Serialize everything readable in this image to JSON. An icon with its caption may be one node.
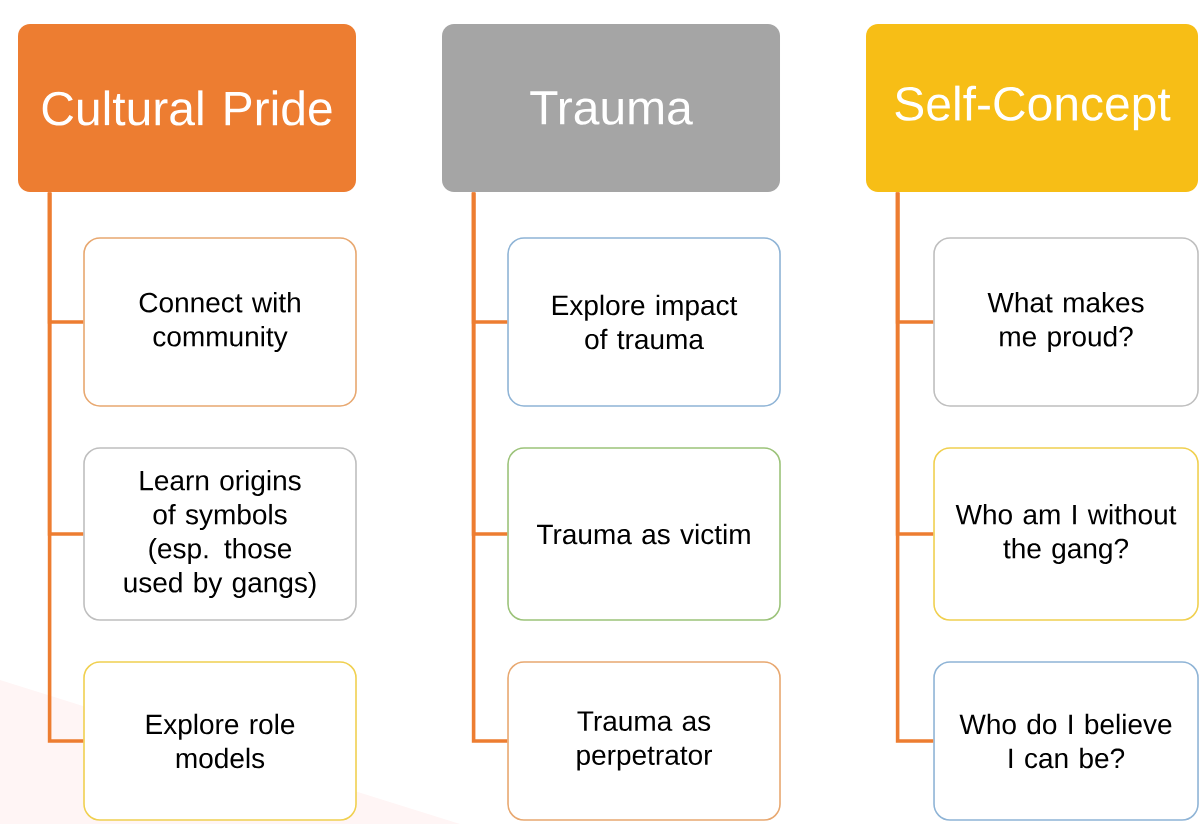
{
  "diagram": {
    "nodes": [
      {
        "text": [
          "Cultural Pride"
        ]
      },
      {
        "text": [
          "Connect with community"
        ]
      },
      {
        "text": [
          "Learn origins of symbols (esp. those used by gangs)"
        ]
      },
      {
        "text": [
          "Explore role models"
        ]
      },
      {
        "text": [
          "Trauma"
        ]
      },
      {
        "text": [
          "Explore impact of trauma"
        ]
      },
      {
        "text": [
          "Trauma as victim"
        ]
      },
      {
        "text": [
          "Trauma as perpetrator"
        ]
      },
      {
        "text": [
          "Self-Concept"
        ]
      },
      {
        "text": [
          "What makes me proud?"
        ]
      },
      {
        "text": [
          "Who am I without the gang?"
        ]
      },
      {
        "text": [
          "Who do I believe I can be?"
        ]
      }
    ],
    "edges": [
      {
        "from": 0,
        "to": 1,
        "arrow": "none"
      },
      {
        "from": 0,
        "to": 2,
        "arrow": "none"
      },
      {
        "from": 0,
        "to": 3,
        "arrow": "none"
      },
      {
        "from": 4,
        "to": 5,
        "arrow": "none"
      },
      {
        "from": 4,
        "to": 6,
        "arrow": "none"
      },
      {
        "from": 4,
        "to": 7,
        "arrow": "none"
      },
      {
        "from": 8,
        "to": 9,
        "arrow": "none"
      },
      {
        "from": 8,
        "to": 10,
        "arrow": "none"
      },
      {
        "from": 8,
        "to": 11,
        "arrow": "none"
      }
    ]
  }
}
